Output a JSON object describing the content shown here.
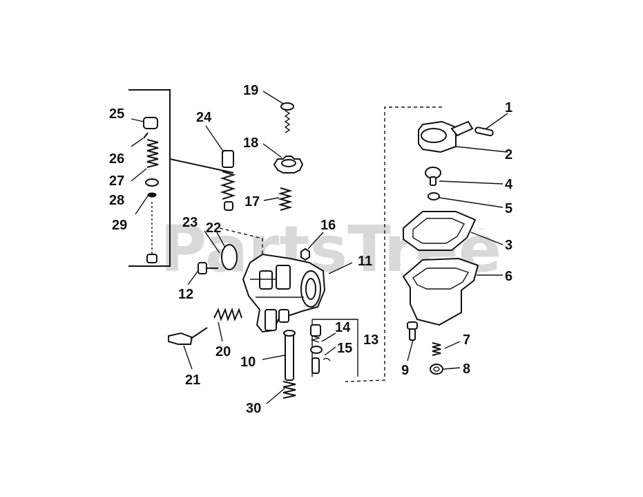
{
  "watermark": {
    "text": "PartsTree",
    "trademark": "™"
  },
  "callouts": {
    "c1": "1",
    "c2": "2",
    "c3": "3",
    "c4": "4",
    "c5": "5",
    "c6": "6",
    "c7": "7",
    "c8": "8",
    "c9": "9",
    "c10": "10",
    "c11": "11",
    "c12": "12",
    "c13": "13",
    "c14": "14",
    "c15": "15",
    "c16": "16",
    "c17": "17",
    "c18": "18",
    "c19": "19",
    "c20": "20",
    "c21": "21",
    "c22": "22",
    "c23": "23",
    "c24": "24",
    "c25": "25",
    "c26": "26",
    "c27": "27",
    "c28": "28",
    "c29": "29",
    "c30": "30"
  },
  "colors": {
    "ink": "#111111",
    "watermark": "#d9d9d9",
    "background": "#ffffff"
  }
}
